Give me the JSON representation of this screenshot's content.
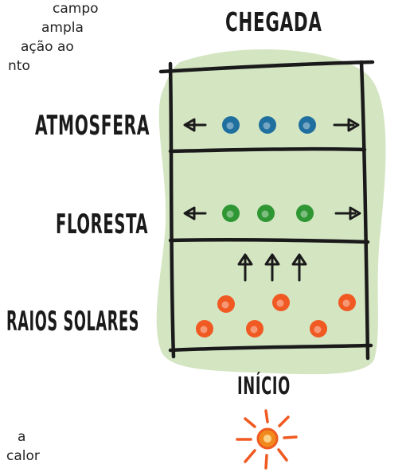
{
  "text_fragments_top": [
    "campo",
    "ampla",
    "ação ao",
    "nto"
  ],
  "text_fragments_bottom": [
    "a",
    "calor"
  ],
  "labels": {
    "top": "CHEGADA",
    "layer_atmosphere": "ATMOSFERA",
    "layer_forest": "FLORESTA",
    "layer_solar": "RAIOS SOLARES",
    "bottom": "INÍCIO"
  },
  "colors": {
    "background_blob": "#d4e5c2",
    "outline": "#1a1a1a",
    "atmosphere_particle": "#1f6f9f",
    "forest_particle": "#2e9632",
    "solar_particle": "#f05a22",
    "sun": "#f08a1c"
  },
  "particles": {
    "atmosphere_count": 3,
    "forest_count": 3,
    "solar_count": 6
  }
}
